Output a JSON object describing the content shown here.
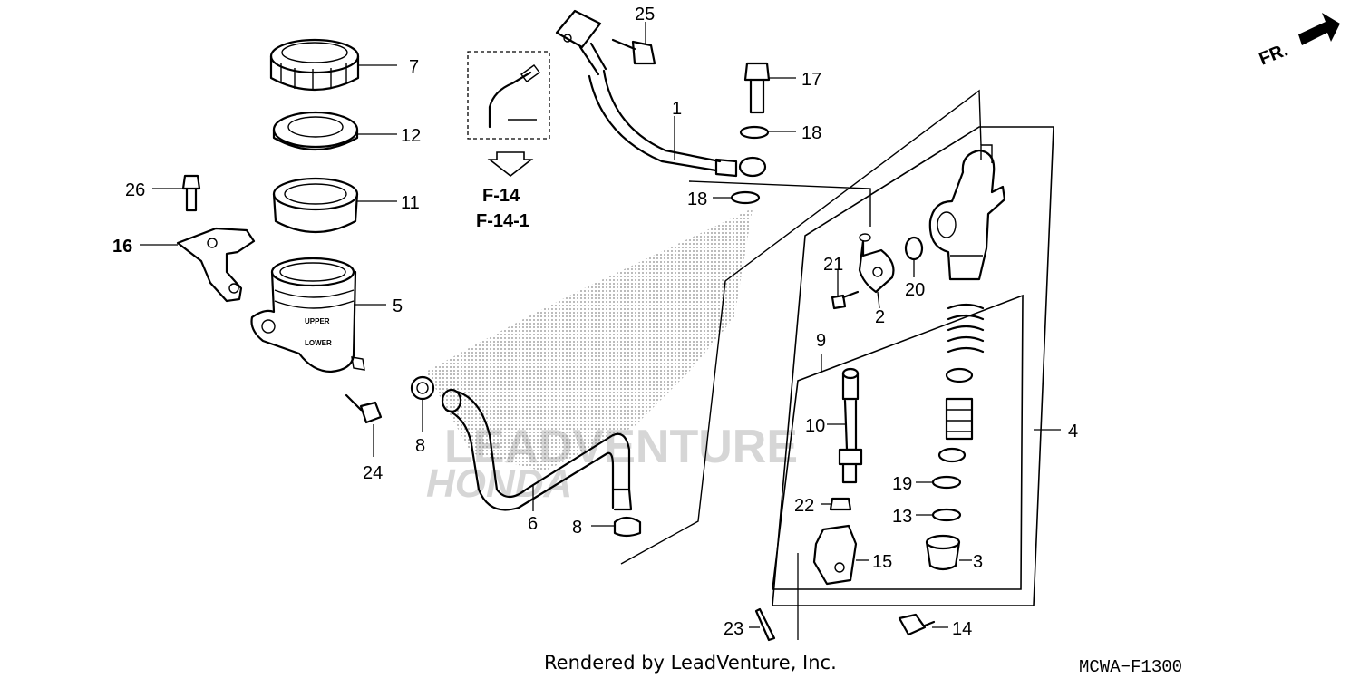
{
  "direction": {
    "label": "FR."
  },
  "reference": {
    "line1": "F-14",
    "line2": "F-14-1"
  },
  "reservoir_markings": {
    "upper": "UPPER",
    "lower": "LOWER"
  },
  "watermark": {
    "top": "LEADVENTURE",
    "bottom": "HONDA"
  },
  "footer": {
    "credit": "Rendered by LeadVenture, Inc.",
    "diagram_code": "MCWA−F1300"
  },
  "callouts": [
    {
      "id": "p1",
      "label": "1"
    },
    {
      "id": "p2",
      "label": "2"
    },
    {
      "id": "p3",
      "label": "3"
    },
    {
      "id": "p4",
      "label": "4"
    },
    {
      "id": "p5",
      "label": "5"
    },
    {
      "id": "p6",
      "label": "6"
    },
    {
      "id": "p7",
      "label": "7"
    },
    {
      "id": "p8a",
      "label": "8"
    },
    {
      "id": "p8b",
      "label": "8"
    },
    {
      "id": "p9",
      "label": "9"
    },
    {
      "id": "p10",
      "label": "10"
    },
    {
      "id": "p11",
      "label": "11"
    },
    {
      "id": "p12",
      "label": "12"
    },
    {
      "id": "p13",
      "label": "13"
    },
    {
      "id": "p14",
      "label": "14"
    },
    {
      "id": "p15",
      "label": "15"
    },
    {
      "id": "p16",
      "label": "16"
    },
    {
      "id": "p17",
      "label": "17"
    },
    {
      "id": "p18a",
      "label": "18"
    },
    {
      "id": "p18b",
      "label": "18"
    },
    {
      "id": "p19",
      "label": "19"
    },
    {
      "id": "p20",
      "label": "20"
    },
    {
      "id": "p21",
      "label": "21"
    },
    {
      "id": "p22",
      "label": "22"
    },
    {
      "id": "p23",
      "label": "23"
    },
    {
      "id": "p24",
      "label": "24"
    },
    {
      "id": "p25",
      "label": "25"
    },
    {
      "id": "p26",
      "label": "26"
    }
  ]
}
